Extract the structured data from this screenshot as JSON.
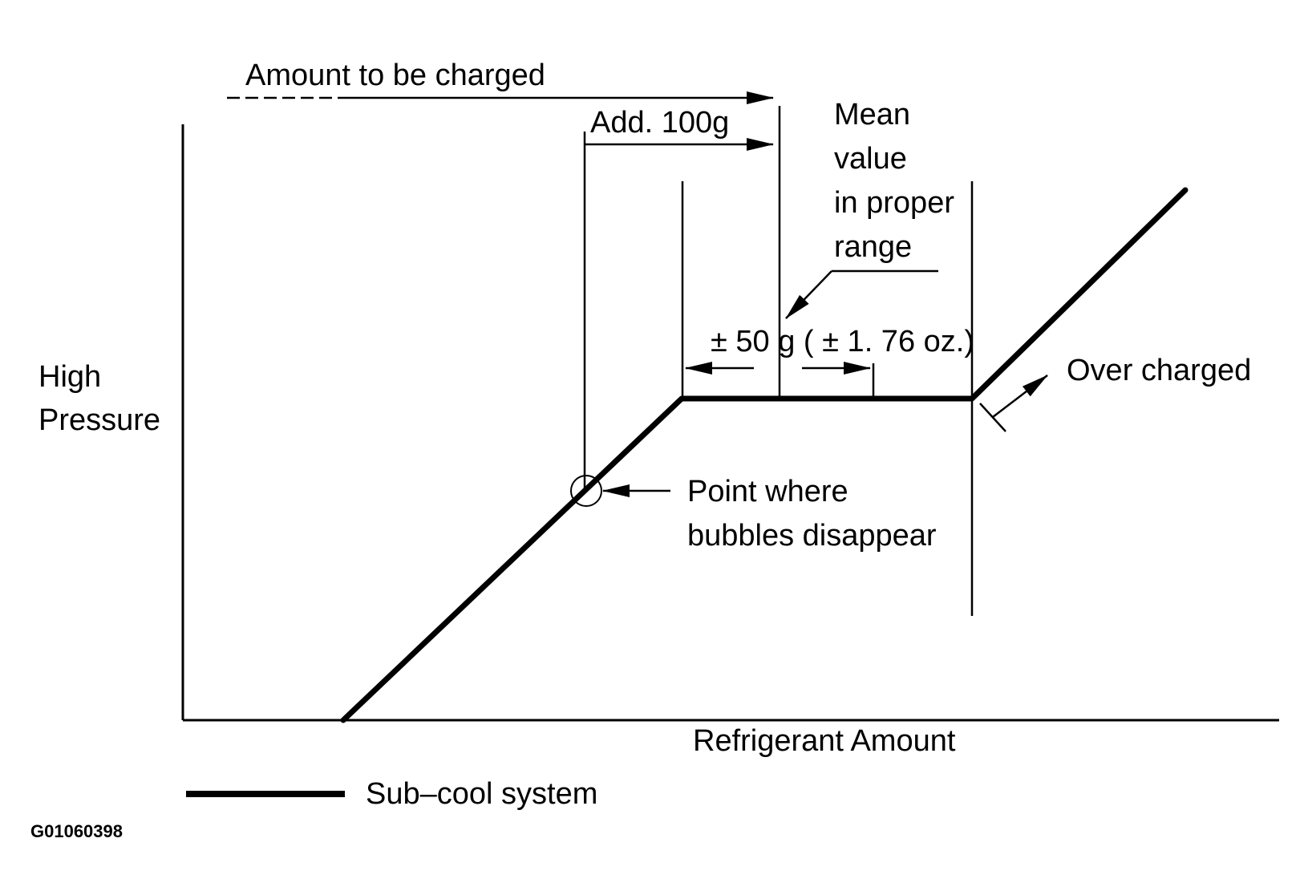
{
  "title_arrow_label": "Amount to be charged",
  "add_label": "Add. 100g",
  "mean_label": [
    "Mean",
    "value",
    "in proper",
    "range"
  ],
  "tolerance_label": "± 50 g ( ± 1. 76 oz.)",
  "over_charged_label": "Over charged",
  "y_axis_label": [
    "High",
    "Pressure"
  ],
  "x_axis_label": "Refrigerant Amount",
  "bubble_label": [
    "Point where",
    "bubbles disappear"
  ],
  "legend_label": "Sub–cool system",
  "figure_code": "G01060398",
  "colors": {
    "ink": "#000000",
    "paper": "#ffffff"
  }
}
